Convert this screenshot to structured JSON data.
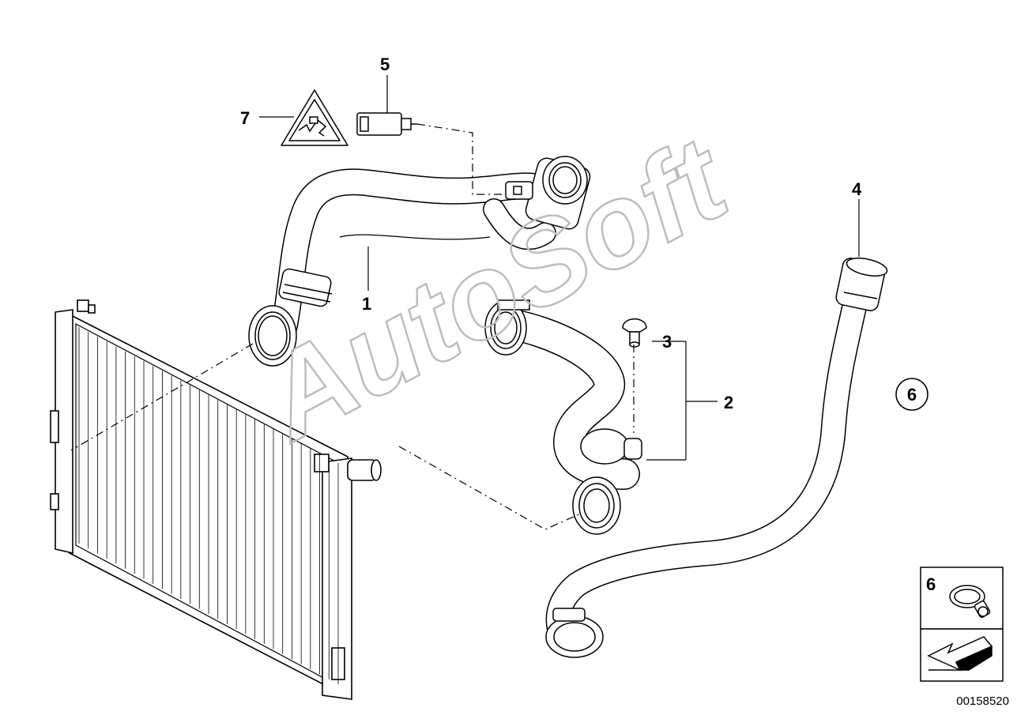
{
  "watermark": "AutoSoft",
  "diagram_id": "00158520",
  "callouts": {
    "c1": "1",
    "c2": "2",
    "c3": "3",
    "c4": "4",
    "c5": "5",
    "c6": "6",
    "c6_inset": "6",
    "c7": "7"
  },
  "colors": {
    "line": "#000000",
    "hose_fill": "#ffffff",
    "watermark": "#bdbdbd"
  },
  "icons": [
    "warning-triangle-icon",
    "hose-clamp-icon",
    "arrow-left-down-icon"
  ]
}
